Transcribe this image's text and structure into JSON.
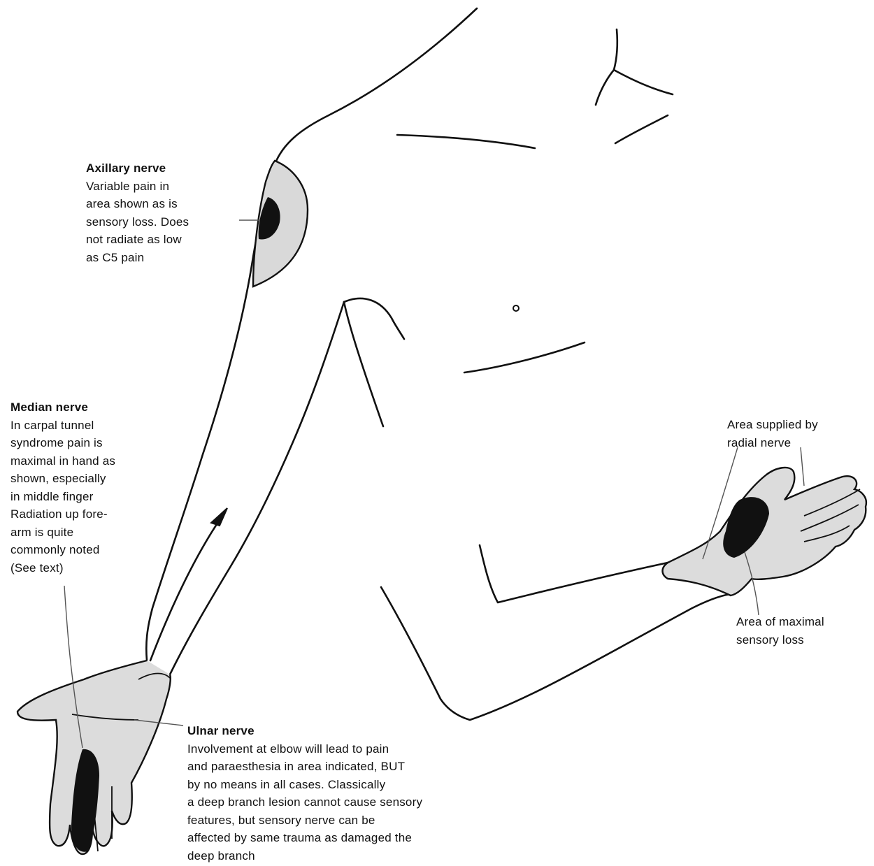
{
  "annotations": {
    "axillary": {
      "title": "Axillary nerve",
      "lines": [
        "Variable pain in",
        "area shown as is",
        "sensory loss. Does",
        "not radiate as low",
        "as C5 pain"
      ]
    },
    "median": {
      "title": "Median nerve",
      "lines": [
        "In carpal tunnel",
        "syndrome pain is",
        "maximal in hand as",
        "shown, especially",
        "in middle finger",
        "Radiation up fore-",
        "arm is quite",
        "commonly noted",
        "(See text)"
      ]
    },
    "ulnar": {
      "title": "Ulnar nerve",
      "lines": [
        "Involvement at elbow will lead to pain",
        "and paraesthesia in area indicated, BUT",
        "by no means in all cases. Classically",
        "a deep branch lesion cannot cause sensory",
        "features, but sensory nerve can be",
        "affected by same trauma as damaged the",
        "deep branch"
      ]
    },
    "radial": {
      "lines": [
        "Area supplied by",
        "radial nerve"
      ]
    },
    "maximal_loss": {
      "lines": [
        "Area of maximal",
        "sensory loss"
      ]
    }
  },
  "colors": {
    "outline": "#111111",
    "shaded_area": "#d9d9d9",
    "maximal_area": "#111111",
    "background": "#ffffff"
  }
}
